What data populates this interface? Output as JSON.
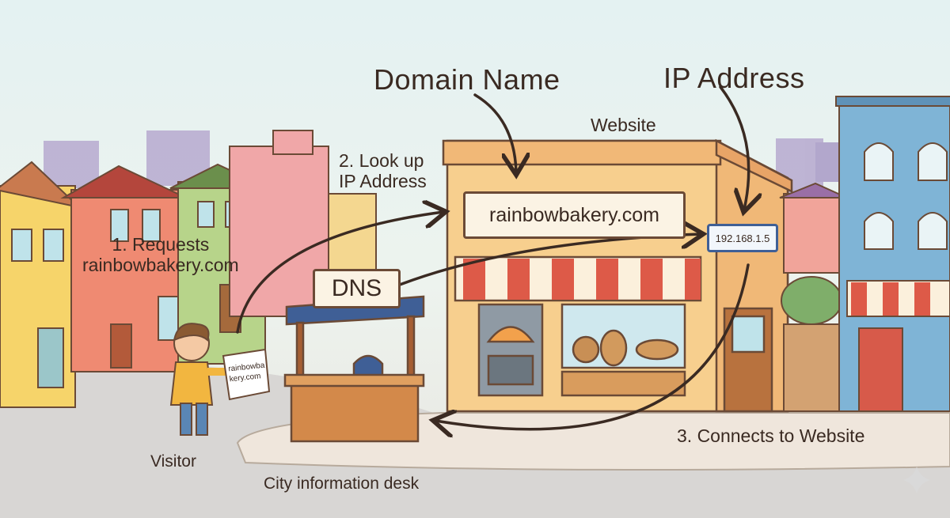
{
  "labels": {
    "domain_name": "Domain Name",
    "ip_address": "IP Address",
    "website": "Website",
    "step1_line1": "1. Requests",
    "step1_line2": "rainbowbakery.com",
    "step2_line1": "2. Look up",
    "step2_line2": "IP Address",
    "step3": "3. Connects to Website",
    "visitor": "Visitor",
    "desk": "City information desk"
  },
  "signs": {
    "bakery": "rainbowbakery.com",
    "dns": "DNS",
    "ip_plate": "192.168.1.5",
    "paper_line1": "rainbowba",
    "paper_line2": "kery.com"
  },
  "colors": {
    "ink": "#3a2a22",
    "bakery_wall": "#f7cf8e",
    "awning_red": "#dd5a48",
    "kiosk_blue": "#3f5f96",
    "shirt": "#f2b640"
  }
}
